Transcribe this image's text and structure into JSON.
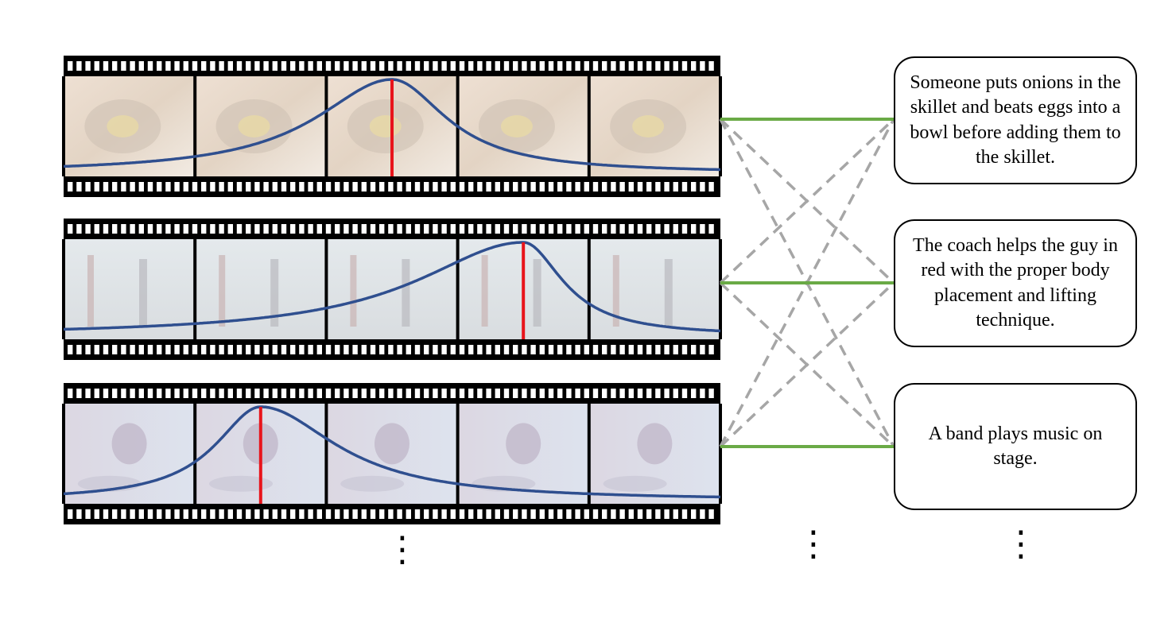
{
  "captions": [
    "Someone puts onions in the skillet and beats eggs into a bowl before adding them to the skillet.",
    "The coach helps the guy in red with the proper body placement and lifting technique.",
    "A band plays music on stage."
  ],
  "videos": [
    {
      "scene": "cooking",
      "frames": 5,
      "peak_frame": 3,
      "peak_position": 0.5
    },
    {
      "scene": "gym",
      "frames": 5,
      "peak_frame": 4,
      "peak_position": 0.5
    },
    {
      "scene": "concert",
      "frames": 5,
      "peak_frame": 2,
      "peak_position": 0.5
    }
  ],
  "matches": [
    {
      "video": 0,
      "caption": 0,
      "style": "solid"
    },
    {
      "video": 1,
      "caption": 1,
      "style": "solid"
    },
    {
      "video": 2,
      "caption": 2,
      "style": "solid"
    },
    {
      "video": 0,
      "caption": 1,
      "style": "dashed"
    },
    {
      "video": 0,
      "caption": 2,
      "style": "dashed"
    },
    {
      "video": 1,
      "caption": 0,
      "style": "dashed"
    },
    {
      "video": 1,
      "caption": 2,
      "style": "dashed"
    },
    {
      "video": 2,
      "caption": 0,
      "style": "dashed"
    },
    {
      "video": 2,
      "caption": 1,
      "style": "dashed"
    }
  ],
  "colors": {
    "curve": "#2f4f8f",
    "peak_marker": "#e8141b",
    "positive_match": "#6aaa46",
    "negative_match": "#a6a6a6",
    "film": "#000000"
  },
  "ellipsis": "⋮"
}
